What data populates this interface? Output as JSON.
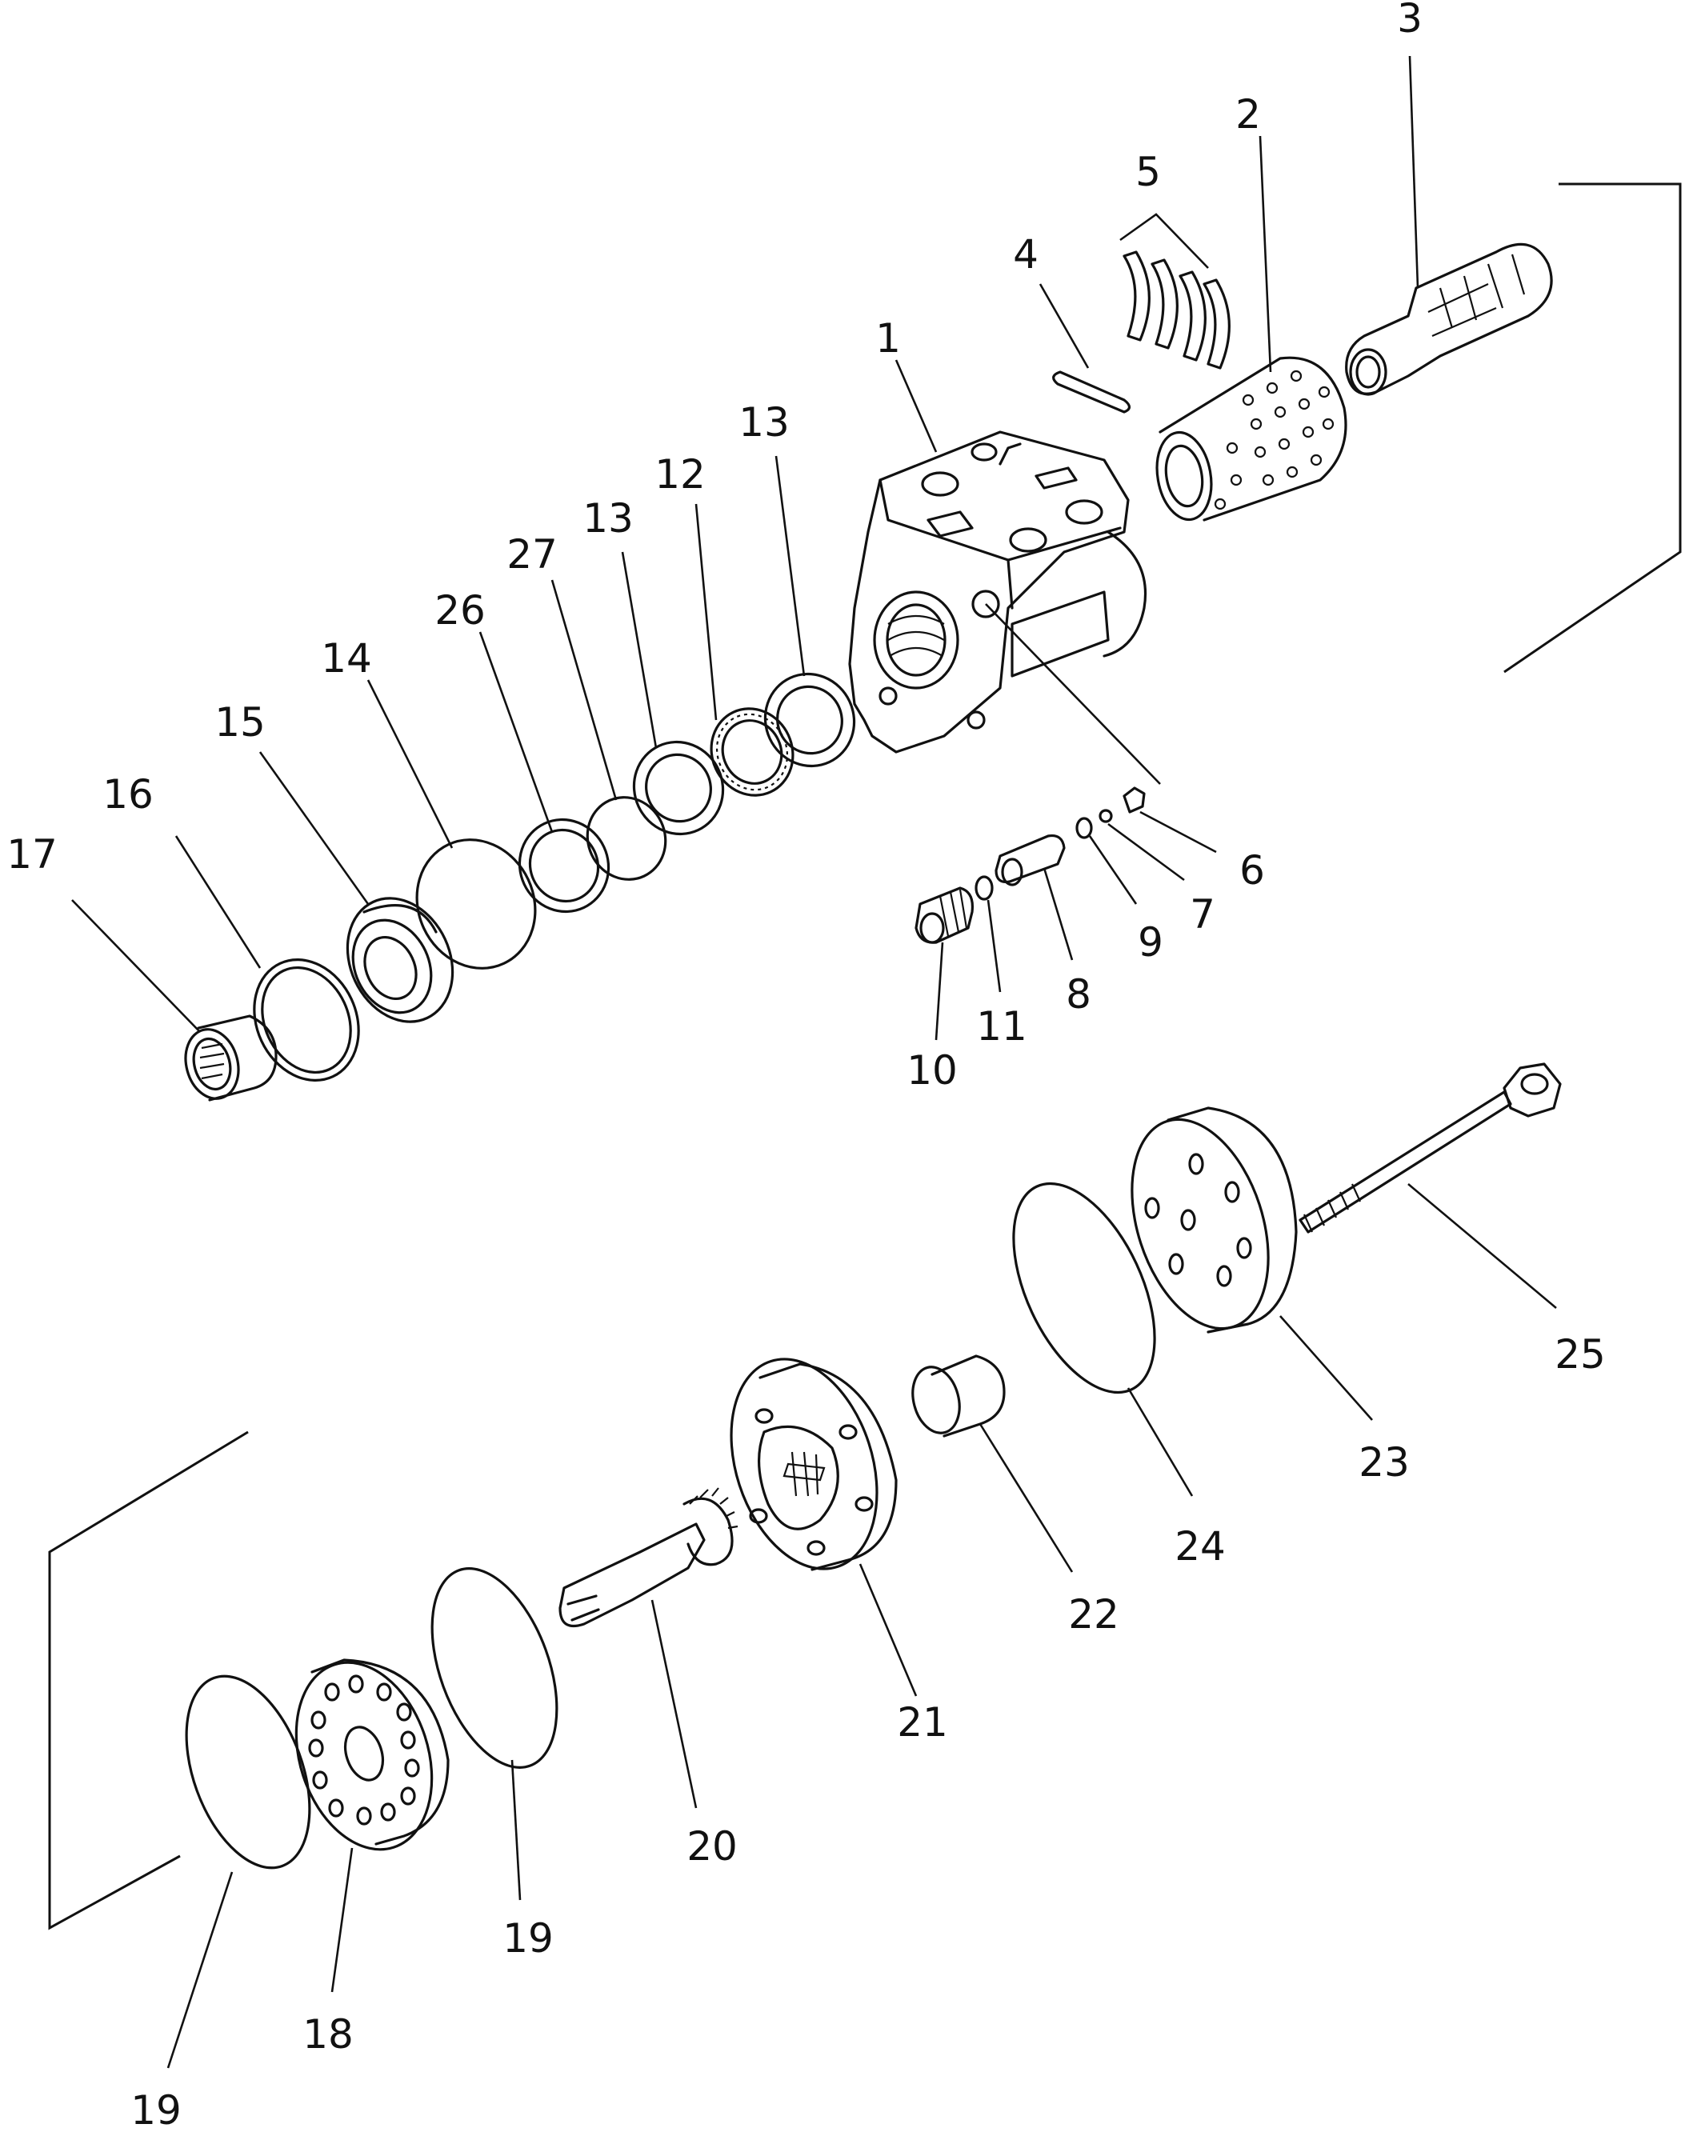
{
  "diagram": {
    "callouts": [
      {
        "id": "c-1",
        "label": "1"
      },
      {
        "id": "c-2",
        "label": "2"
      },
      {
        "id": "c-3",
        "label": "3"
      },
      {
        "id": "c-4",
        "label": "4"
      },
      {
        "id": "c-5",
        "label": "5"
      },
      {
        "id": "c-6",
        "label": "6"
      },
      {
        "id": "c-7",
        "label": "7"
      },
      {
        "id": "c-8",
        "label": "8"
      },
      {
        "id": "c-9",
        "label": "9"
      },
      {
        "id": "c-10",
        "label": "10"
      },
      {
        "id": "c-11",
        "label": "11"
      },
      {
        "id": "c-12",
        "label": "12"
      },
      {
        "id": "c-13a",
        "label": "13"
      },
      {
        "id": "c-13b",
        "label": "13"
      },
      {
        "id": "c-14",
        "label": "14"
      },
      {
        "id": "c-15",
        "label": "15"
      },
      {
        "id": "c-16",
        "label": "16"
      },
      {
        "id": "c-17",
        "label": "17"
      },
      {
        "id": "c-18",
        "label": "18"
      },
      {
        "id": "c-19a",
        "label": "19"
      },
      {
        "id": "c-19b",
        "label": "19"
      },
      {
        "id": "c-20",
        "label": "20"
      },
      {
        "id": "c-21",
        "label": "21"
      },
      {
        "id": "c-22",
        "label": "22"
      },
      {
        "id": "c-23",
        "label": "23"
      },
      {
        "id": "c-24",
        "label": "24"
      },
      {
        "id": "c-25",
        "label": "25"
      },
      {
        "id": "c-26",
        "label": "26"
      },
      {
        "id": "c-27",
        "label": "27"
      }
    ]
  }
}
